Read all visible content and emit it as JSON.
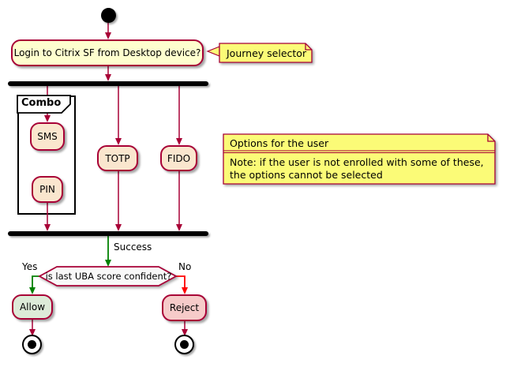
{
  "diagram": {
    "colors": {
      "border_red": "#A80036",
      "activity_fill": "#FEFECE",
      "option_fill": "#FAE6CE",
      "note_fill": "#FBFB77",
      "allow_fill": "#DDEBD8",
      "reject_fill": "#F6CBC9",
      "decision_fill": "#F8F8F8",
      "success_green": "#008000",
      "reject_arrow_red": "#FF0000"
    },
    "login_activity": {
      "label": "Login to Citrix SF from Desktop device?"
    },
    "journey_note": {
      "label": "Journey selector"
    },
    "partition": {
      "label": "Combo"
    },
    "options": {
      "sms": "SMS",
      "pin": "PIN",
      "totp": "TOTP",
      "fido": "FIDO"
    },
    "options_note": {
      "title": "Options for the user",
      "body": [
        "Note: if the user is not enrolled with some of these,",
        "the options cannot be selected"
      ]
    },
    "success_label": "Success",
    "decision": {
      "question": "is last UBA score confident?",
      "yes": "Yes",
      "no": "No"
    },
    "allow": {
      "label": "Allow"
    },
    "reject": {
      "label": "Reject"
    }
  }
}
